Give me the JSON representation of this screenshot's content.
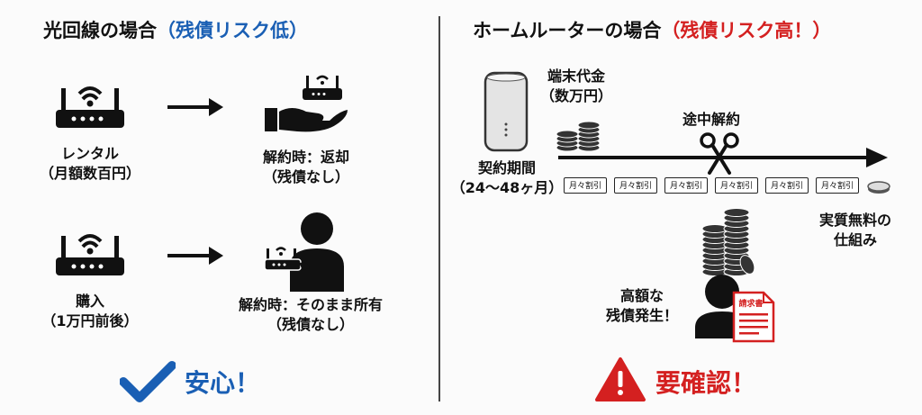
{
  "left": {
    "title_main": "光回線の場合",
    "title_accent": "（残債リスク低）",
    "rental_caption_1": "レンタル",
    "rental_caption_2": "（月額数百円）",
    "rental_result_1": "解約時：返却",
    "rental_result_2": "（残債なし）",
    "purchase_caption_1": "購入",
    "purchase_caption_2": "（1万円前後）",
    "purchase_result_1": "解約時：そのまま所有",
    "purchase_result_2": "（残債なし）",
    "conclusion": "安心！"
  },
  "right": {
    "title_main": "ホームルーターの場合",
    "title_accent": "（残債リスク高！）",
    "device_cost_1": "端末代金",
    "device_cost_2": "（数万円）",
    "contract_1": "契約期間",
    "contract_2": "（24〜48ヶ月）",
    "cancel_label": "途中解約",
    "installment_label": "月々割引",
    "installment_count": 6,
    "free_label_1": "実質無料の",
    "free_label_2": "仕組み",
    "debt_label_1": "高額な",
    "debt_label_2": "残債発生！",
    "invoice_label": "請求書",
    "conclusion": "要確認！"
  },
  "colors": {
    "accent_blue": "#1a5fb4",
    "accent_red": "#d42020",
    "text": "#111111"
  },
  "icons": [
    "wifi-router-icon",
    "arrow-right-icon",
    "hand-receiving-router-icon",
    "person-holding-router-icon",
    "checkmark-icon",
    "home-router-device-icon",
    "coin-stack-icon",
    "scissors-icon",
    "person-icon",
    "invoice-icon",
    "warning-triangle-icon"
  ]
}
